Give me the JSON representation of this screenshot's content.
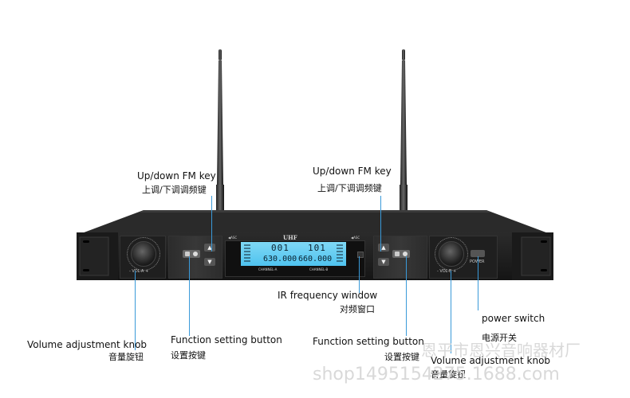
{
  "device": {
    "brand": "UHF",
    "channel_a_label": "CHANNEL-A",
    "channel_b_label": "CHANNEL-B",
    "display_a_channel": "001",
    "display_a_freq": "630.000",
    "display_b_channel": "101",
    "display_b_freq": "660.000",
    "vol_a_label": "- VOL-A +",
    "vol_b_label": "- VOL-B +",
    "power_label": "POWER",
    "asc_left": "ASC",
    "asc_right": "ASC"
  },
  "callouts": {
    "updown_left_en": "Up/down FM key",
    "updown_left_cn": "上调/下调调频键",
    "updown_right_en": "Up/down FM key",
    "updown_right_cn": "上调/下调调频键",
    "ir_en": "IR frequency window",
    "ir_cn": "对频窗口",
    "power_en": "power switch",
    "power_cn": "电源开关",
    "vol_left_en": "Volume adjustment knob",
    "vol_left_cn": "音量旋钮",
    "func_left_en": "Function setting button",
    "func_left_cn": "设置按键",
    "func_right_en": "Function setting button",
    "func_right_cn": "设置按键",
    "vol_right_en": "Volume adjustment knob",
    "vol_right_cn": "音量旋钮"
  },
  "watermark": {
    "company": "恩平市恩兴音响器材厂",
    "shop": "shop1495154275.1688.com"
  },
  "colors": {
    "lcd": "#4fc3ef",
    "chassis": "#1c1c1c",
    "callout_line": "#3a9ad9"
  }
}
